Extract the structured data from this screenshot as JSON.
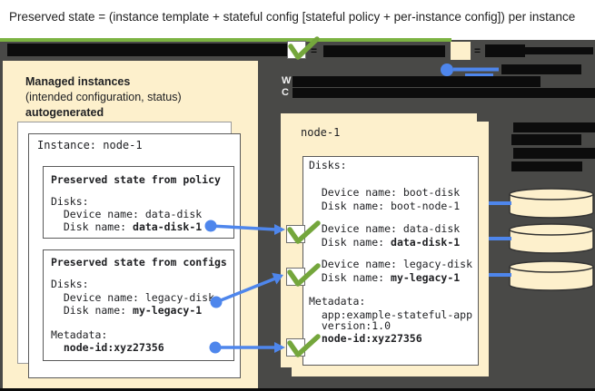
{
  "title": "Preserved state = (instance template + stateful config [stateful policy + per-instance config]) per instance",
  "legend": {
    "equals": "=",
    "fragment_w": "W",
    "fragment_c": "C"
  },
  "left_panel": {
    "heading_line1": "Managed instances",
    "heading_line2": "(intended configuration, status)",
    "heading_line3": "autogenerated",
    "instance_card": {
      "title": "Instance: node-1",
      "policy_box": {
        "title": "Preserved state from policy",
        "disks_label": "Disks:",
        "device_line": "  Device name: data-disk",
        "disk_prefix": "  Disk name: ",
        "disk_value": "data-disk-1"
      },
      "configs_box": {
        "title": "Preserved state from configs",
        "disks_label": "Disks:",
        "device_line": "  Device name: legacy-disk",
        "disk_prefix": "  Disk name: ",
        "disk_value": "my-legacy-1",
        "metadata_label": "Metadata:",
        "metadata_prefix": "  ",
        "metadata_value": "node-id:xyz27356"
      }
    }
  },
  "right_panel": {
    "title": "node-1",
    "vm_card": {
      "disks_label": "Disks:",
      "boot_device_line": "  Device name: boot-disk",
      "boot_disk_line": "  Disk name: boot-node-1",
      "data_device_line": "  Device name: data-disk",
      "data_disk_prefix": "  Disk name: ",
      "data_disk_value": "data-disk-1",
      "legacy_device_line": "  Device name: legacy-disk",
      "legacy_disk_prefix": "  Disk name: ",
      "legacy_disk_value": "my-legacy-1",
      "metadata_label": "Metadata:",
      "metadata_app_line": "  app:example-stateful-app",
      "metadata_version_line": "  version:1.0",
      "metadata_node_prefix": "  ",
      "metadata_node_value": "node-id:xyz27356"
    }
  },
  "disks": [
    {
      "label": "boot-node-1"
    },
    {
      "label": "data-disk-1"
    },
    {
      "label": "my-legacy-1"
    }
  ],
  "colors": {
    "beige": "#fdf0cc",
    "dark_bg": "#494947",
    "green_line": "#7cb342",
    "green_check": "#74a63c",
    "blue": "#4e86ec",
    "bar_black": "#0c0c0c"
  }
}
